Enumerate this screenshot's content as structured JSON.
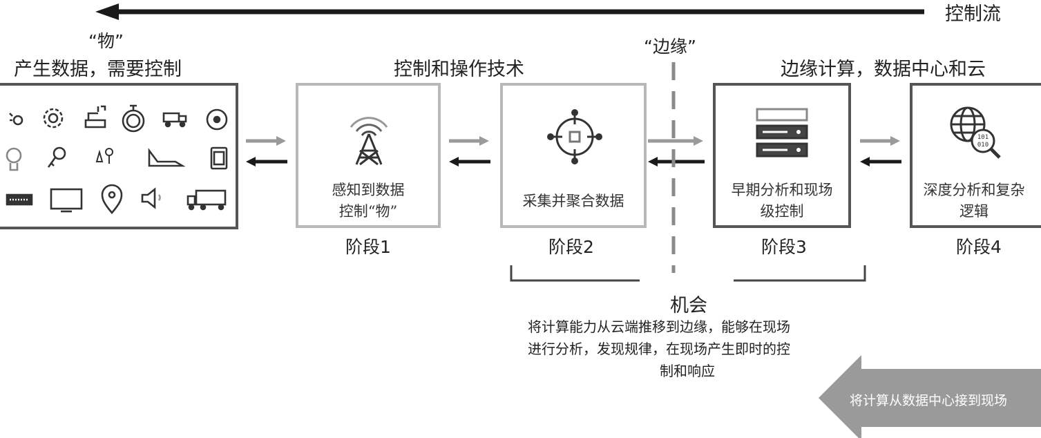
{
  "top_arrow": {
    "label": "控制流"
  },
  "things": {
    "quote": "“物”",
    "title": "产生数据，需要控制",
    "icon_names": [
      "link-icon",
      "gear-icon",
      "faucet-icon",
      "stopwatch-icon",
      "truck-icon",
      "sensor-dial-icon",
      "bulb-icon",
      "key-icon",
      "flower-sensor-icon",
      "airplane-icon",
      "tablet-icon",
      "switch-icon",
      "monitor-icon",
      "location-pin-icon",
      "speaker-icon",
      "trailer-truck-icon"
    ]
  },
  "stage1": {
    "header": "控制和操作技术",
    "line1": "感知到数据",
    "line2": "控制“物”",
    "label": "阶段1",
    "icon": "cell-tower-icon"
  },
  "stage2": {
    "text": "采集并聚合数据",
    "label": "阶段2",
    "icon": "crosshair-target-icon"
  },
  "edge": {
    "label": "“边缘”"
  },
  "stage3": {
    "header": "边缘计算，数据中心和云",
    "line1": "早期分析和现场",
    "line2": "级控制",
    "label": "阶段3",
    "icon": "server-rack-icon"
  },
  "stage4": {
    "line1": "深度分析和复杂",
    "line2": "逻辑",
    "label": "阶段4",
    "icon": "globe-search-icon"
  },
  "opportunity": {
    "title": "机会",
    "line1": "将计算能力从云端推移到边缘，能够在现场",
    "line2": "进行分析，发现规律，在现场产生即时的控",
    "line3": "制和响应"
  },
  "bottom_arrow": {
    "label": "将计算从数据中心接到现场"
  },
  "colors": {
    "light_gray": "#b8b8b8",
    "mid_gray": "#9a9a9a",
    "dark_gray": "#555555",
    "black": "#1a1a1a"
  }
}
